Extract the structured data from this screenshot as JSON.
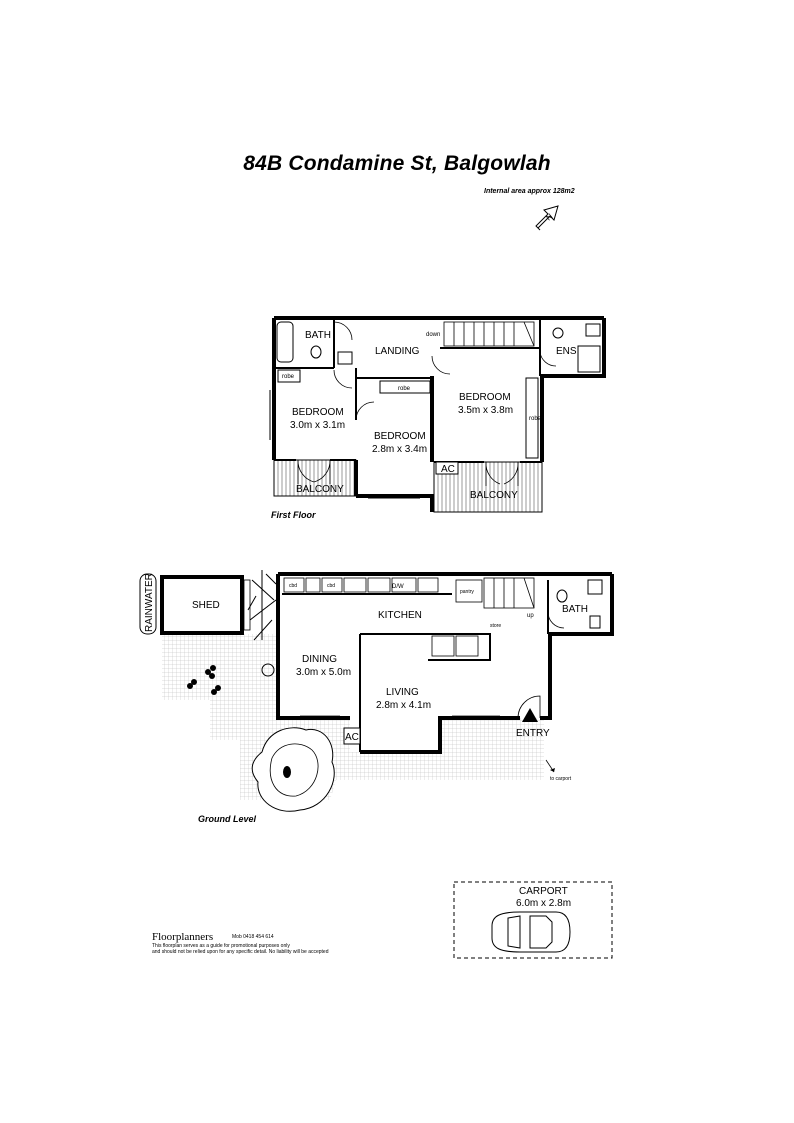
{
  "title": "84B Condamine St, Balgowlah",
  "internal_area": "Internal area approx 128m2",
  "north_label": "N",
  "first_floor": {
    "caption": "First Floor",
    "bath": "BATH",
    "landing": "LANDING",
    "down": "down",
    "ens": "ENS",
    "robe": "robe",
    "bedroom1": {
      "name": "BEDROOM",
      "dims": "3.0m x 3.1m"
    },
    "bedroom2": {
      "name": "BEDROOM",
      "dims": "2.8m x 3.4m"
    },
    "bedroom3": {
      "name": "BEDROOM",
      "dims": "3.5m x 3.8m"
    },
    "balcony": "BALCONY",
    "ac": "AC"
  },
  "ground_level": {
    "caption": "Ground Level",
    "rainwater": "RAINWATER",
    "shed": "SHED",
    "kitchen": "KITCHEN",
    "cbd": "cbd",
    "dw": "D/W",
    "pantry": "pantry",
    "store": "store",
    "up": "up",
    "bath": "BATH",
    "dining": {
      "name": "DINING",
      "dims": "3.0m x 5.0m"
    },
    "living": {
      "name": "LIVING",
      "dims": "2.8m x 4.1m"
    },
    "ac": "AC",
    "entry": "ENTRY",
    "to_carport": "to carport"
  },
  "carport": {
    "name": "CARPORT",
    "dims": "6.0m x 2.8m"
  },
  "footer": {
    "brand": "Floorplanners",
    "ref": "Mob 0418 454 614",
    "disclaimer1": "This floorplan serves as a guide for promotional purposes only",
    "disclaimer2": "and should not be relied upon for any specific detail. No liability will be accepted"
  }
}
